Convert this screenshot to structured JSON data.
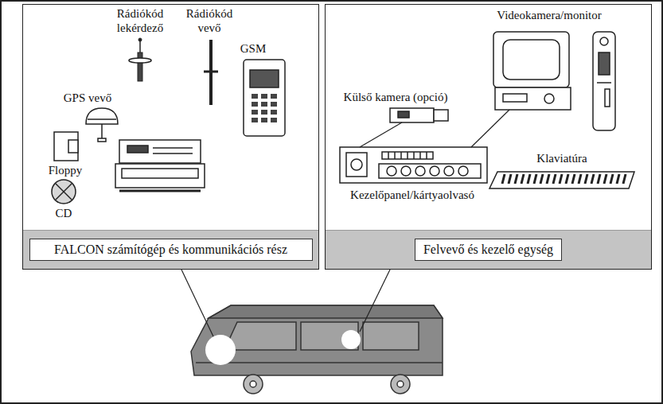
{
  "diagram": {
    "nodes": [
      {
        "text": [
          "FALCON számítógép és kommunikációs rész"
        ]
      },
      {
        "text": [
          "Felvevő és kezelő egység"
        ]
      }
    ],
    "labels": [
      "Rádiókód lekérdező",
      "Rádiókód vevő",
      "GPS vevő",
      "GSM",
      "Floppy",
      "CD",
      "Külső kamera (opció)",
      "Videokamera/monitor",
      "Kezelőpanel/kártyaolvasó",
      "Klaviatúra"
    ]
  }
}
